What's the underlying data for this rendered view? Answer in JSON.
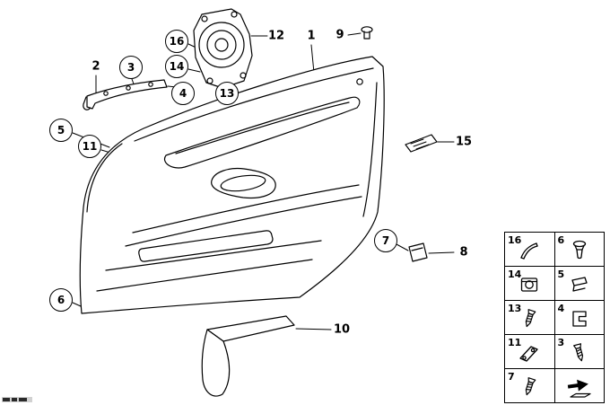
{
  "figure": {
    "background_color": "#ffffff",
    "line_color": "#000000"
  },
  "diagram": {
    "callouts": {
      "c1": "1",
      "c2": "2",
      "c3": "3",
      "c4": "4",
      "c5": "5",
      "c6": "6",
      "c7": "7",
      "c8": "8",
      "c9": "9",
      "c10": "10",
      "c11": "11",
      "c12": "12",
      "c13": "13",
      "c14": "14",
      "c15": "15",
      "c16": "16"
    }
  },
  "legend": {
    "cells": [
      {
        "label": "16",
        "icon": "retainer-clip"
      },
      {
        "label": "6",
        "icon": "expanding-rivet"
      },
      {
        "label": "14",
        "icon": "clip-nut"
      },
      {
        "label": "5",
        "icon": "spring-clip"
      },
      {
        "label": "13",
        "icon": "screw"
      },
      {
        "label": "4",
        "icon": "c-clip"
      },
      {
        "label": "11",
        "icon": "bracket"
      },
      {
        "label": "3",
        "icon": "screw"
      },
      {
        "label": "7",
        "icon": "screw"
      },
      {
        "label": "",
        "icon": "continue-arrow"
      }
    ]
  }
}
